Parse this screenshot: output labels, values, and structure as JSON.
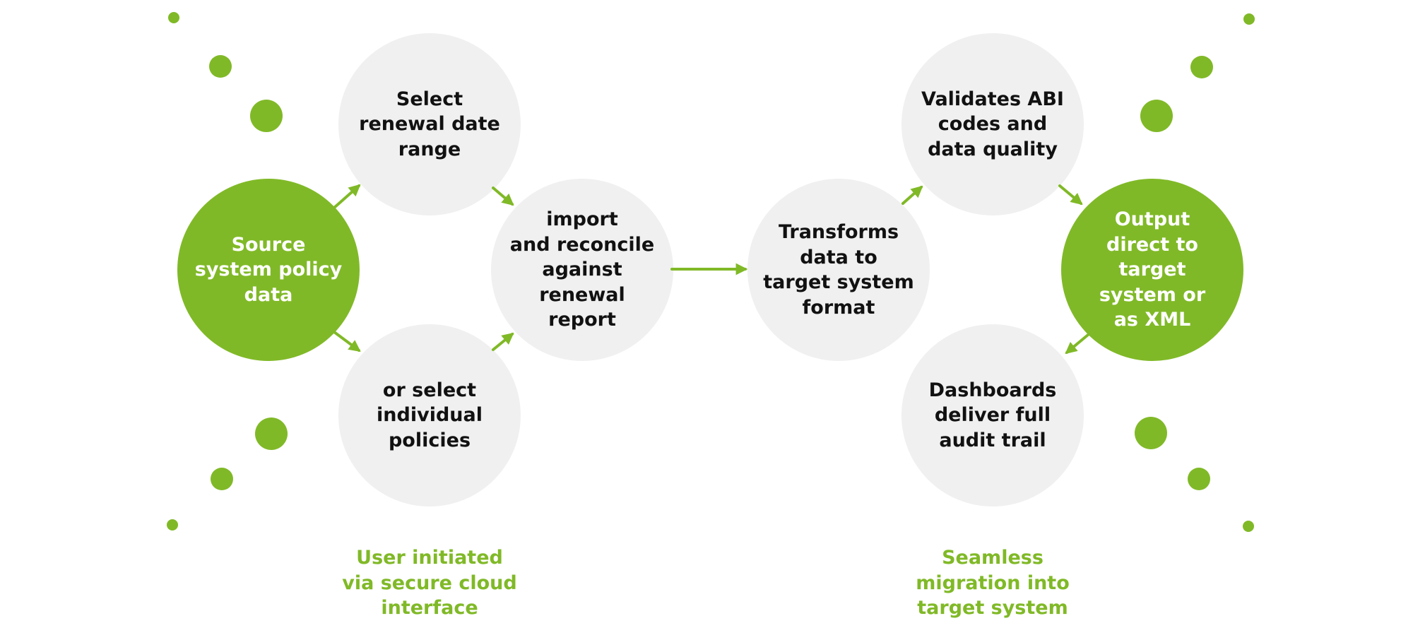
{
  "colors": {
    "accent": "#80b927",
    "node_grey": "#f0f0f0",
    "text_dark": "#111111",
    "text_light": "#ffffff"
  },
  "left_flow": {
    "source": "Source\nsystem policy\ndata",
    "select_range": "Select\nrenewal date\nrange",
    "select_individual": "or select\nindividual\npolicies",
    "import_reconcile": "import\nand reconcile\nagainst renewal\nreport",
    "caption": "User initiated\nvia secure cloud\ninterface"
  },
  "right_flow": {
    "transforms": "Transforms\ndata to\ntarget system\nformat",
    "validates": "Validates ABI\ncodes and\ndata quality",
    "output": "Output\ndirect to target\nsystem or\nas XML",
    "dashboards": "Dashboards\ndeliver full\naudit trail",
    "caption": "Seamless\nmigration into\ntarget system"
  }
}
